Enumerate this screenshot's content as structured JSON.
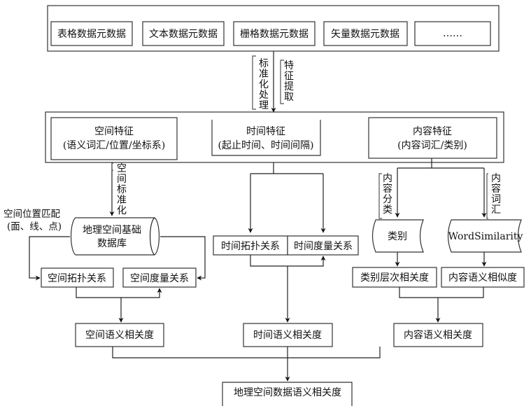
{
  "metadata_sources": [
    "表格数据元数据",
    "文本数据元数据",
    "栅格数据元数据",
    "矢量数据元数据",
    "……"
  ],
  "process_labels": {
    "standardize": "标准化处理",
    "feature_extract": "特征提取"
  },
  "features": {
    "spatial": {
      "title": "空间特征",
      "detail": "(语义词汇/位置/坐标系)"
    },
    "temporal": {
      "title": "时间特征",
      "detail": "(起止时间、时间间隔)"
    },
    "content": {
      "title": "内容特征",
      "detail": "(内容词汇/类别)"
    }
  },
  "spatial_branch": {
    "standardize_label": "空间标准化",
    "match_label_line1": "空间位置匹配",
    "match_label_line2": "(面、线、点)",
    "db_line1": "地理空间基础",
    "db_line2": "数据库",
    "topology": "空间拓扑关系",
    "metric": "空间度量关系",
    "relevance": "空间语义相关度"
  },
  "temporal_branch": {
    "topology": "时间拓扑关系",
    "metric": "时间度量关系",
    "relevance": "时间语义相关度"
  },
  "content_branch": {
    "classify_label": "内容分类",
    "vocab_label": "内容词汇",
    "category_store": "类别",
    "word_store": "WordSimilarity",
    "category_relevance": "类别层次相关度",
    "semantic_similarity": "内容语义相似度",
    "relevance": "内容语义相关度"
  },
  "final_output": "地理空间数据语义相关度"
}
